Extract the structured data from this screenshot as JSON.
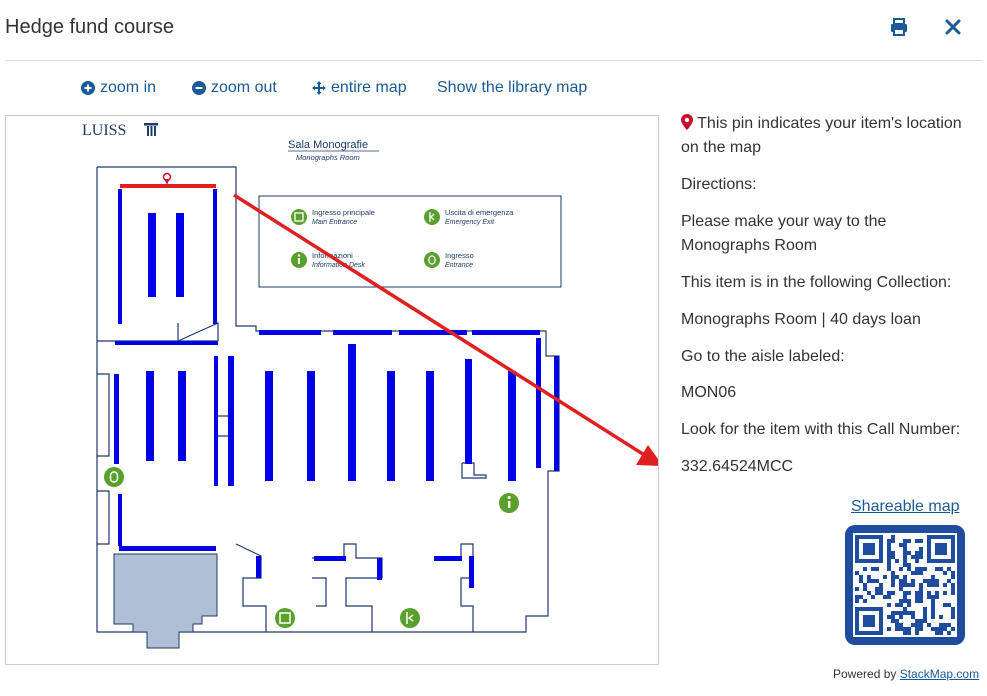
{
  "header": {
    "title": "Hedge fund course"
  },
  "toolbar": {
    "zoom_in": "zoom in",
    "zoom_out": "zoom out",
    "entire_map": "entire map",
    "library_map": "Show the library map"
  },
  "map": {
    "logo": "LUISS",
    "room_title": "Sala Monografie",
    "room_subtitle": "Monographs Room",
    "legend": {
      "main_entrance": "Ingresso principale",
      "main_entrance_en": "Main Entrance",
      "emergency_exit": "Uscita di emergenza",
      "emergency_exit_en": "Emergency Exit",
      "info": "Informazioni",
      "info_en": "Information Desk",
      "entrance": "Ingresso",
      "entrance_en": "Entrance"
    }
  },
  "side": {
    "pin_text": "This pin indicates your item's location on the map",
    "directions_label": "Directions:",
    "directions_text": "Please make your way to the Monographs Room",
    "collection_label": "This item is in the following Collection:",
    "collection_value": "Monographs Room | 40 days loan",
    "aisle_label": "Go to the aisle labeled:",
    "aisle_value": "MON06",
    "callnum_label": "Look for the item with this Call Number:",
    "callnum_value": "332.64524MCC"
  },
  "share": {
    "label": "Shareable map"
  },
  "footer": {
    "powered_by": "Powered by",
    "stackmap": "StackMap.com"
  },
  "colors": {
    "link": "#1a5a96",
    "shelf": "#0000e6",
    "arrow": "#e02020",
    "icon_green": "#5aa02c",
    "qr_bg": "#1f4c9e"
  }
}
